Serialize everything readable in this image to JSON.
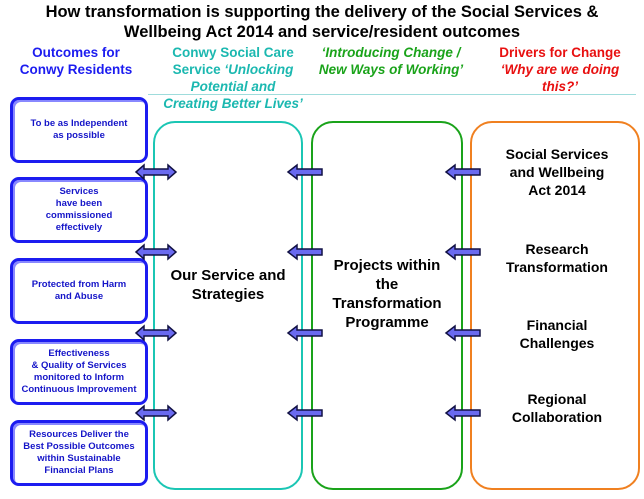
{
  "title": {
    "line1": "How transformation is supporting the delivery of the Social Services &",
    "line2": "Wellbeing Act 2014 and service/resident outcomes"
  },
  "headers": {
    "outcomes": {
      "line1": "Outcomes for",
      "line2": "Conwy Residents",
      "color": "#1c1cf0"
    },
    "service": {
      "line1": "Conwy Social Care",
      "line2_plain": "Service ",
      "line2_italic": "‘Unlocking",
      "line3": "Potential and",
      "line4": "Creating Better Lives’",
      "color": "#1bb8b0"
    },
    "change": {
      "line1": "‘Introducing Change /",
      "line2": "New Ways of Working’",
      "color": "#1aa31a"
    },
    "drivers": {
      "line1": "Drivers for Change",
      "line2": "‘Why are we doing",
      "line3": "this?’",
      "color": "#e81010"
    }
  },
  "outcomes": [
    {
      "lines": [
        "To be as Independent",
        "as possible"
      ]
    },
    {
      "lines": [
        "Services",
        "have been",
        "commissioned",
        "effectively"
      ]
    },
    {
      "lines": [
        "Protected from Harm",
        "and Abuse"
      ]
    },
    {
      "lines": [
        "Effectiveness",
        "& Quality of Services",
        "monitored to Inform",
        "Continuous Improvement"
      ]
    },
    {
      "lines": [
        "Resources Deliver the",
        "Best Possible Outcomes",
        "within Sustainable",
        "Financial Plans"
      ]
    }
  ],
  "columns": {
    "service": {
      "lines": [
        "Our Service and",
        "Strategies"
      ],
      "border": "#1bc6b4"
    },
    "projects": {
      "lines": [
        "Projects within",
        "the",
        "Transformation",
        "Programme"
      ],
      "border": "#1aa31a"
    },
    "drivers_border": "#f08020"
  },
  "drivers": [
    {
      "lines": [
        "Social Services",
        "and Wellbeing",
        "Act 2014"
      ]
    },
    {
      "lines": [
        "Research",
        "Transformation"
      ]
    },
    {
      "lines": [
        "Financial",
        "Challenges"
      ]
    },
    {
      "lines": [
        "Regional",
        "Collaboration"
      ]
    }
  ],
  "colors": {
    "arrow_fill": "#6a6af0",
    "arrow_stroke": "#111144",
    "outcome_text": "#1515c8"
  }
}
